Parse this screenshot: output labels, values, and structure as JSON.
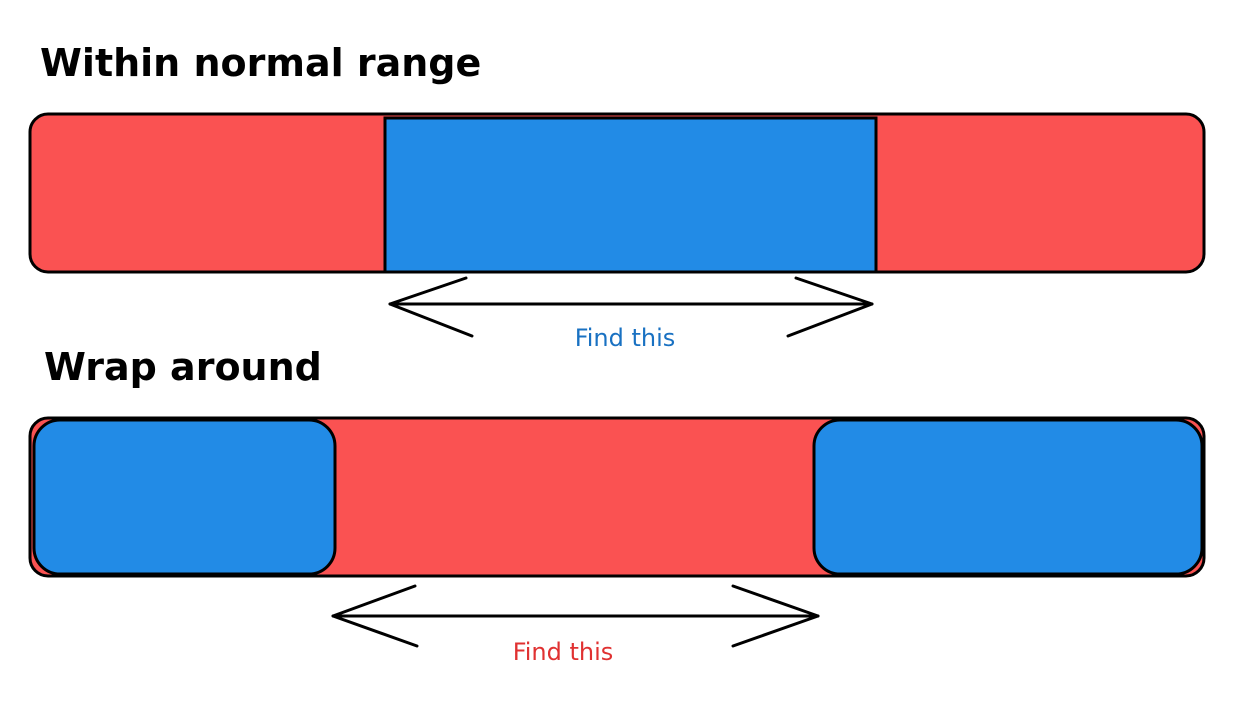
{
  "diagram": {
    "colors": {
      "out_of_range": "#FA5252",
      "in_range": "#228BE6",
      "caption_blue": "#1971C2",
      "caption_red": "#E03131",
      "ink": "#000000"
    },
    "sections": [
      {
        "title": "Within normal range",
        "caption": "Find this",
        "caption_color": "#1971C2"
      },
      {
        "title": "Wrap around",
        "caption": "Find this",
        "caption_color": "#E03131"
      }
    ]
  }
}
